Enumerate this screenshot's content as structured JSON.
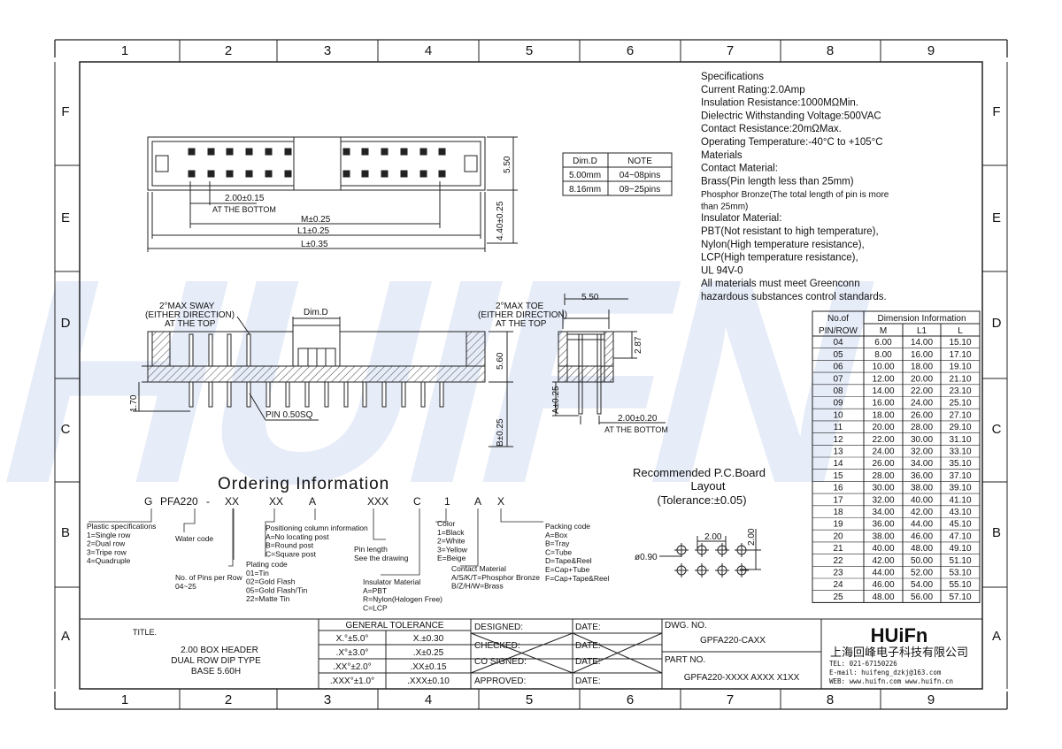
{
  "frame": {
    "top_numbers": [
      "1",
      "2",
      "3",
      "4",
      "5",
      "6",
      "7",
      "8",
      "9"
    ],
    "bottom_numbers": [
      "1",
      "2",
      "3",
      "4",
      "5",
      "6",
      "7",
      "8",
      "9"
    ],
    "left_letters": [
      "F",
      "E",
      "D",
      "C",
      "B",
      "A"
    ],
    "right_letters": [
      "F",
      "E",
      "D",
      "C",
      "B",
      "A"
    ]
  },
  "watermark": {
    "text": "HUIFN",
    "color": "#dbe3f4"
  },
  "top_view": {
    "dims": [
      "2.00±0.15",
      "AT THE BOTTOM",
      "M±0.25",
      "L1±0.25",
      "L±0.35",
      "5.50",
      "4.40±0.25"
    ]
  },
  "dim_table": {
    "headers": [
      "Dim.D",
      "NOTE"
    ],
    "rows": [
      [
        "5.00mm",
        "04~08pins"
      ],
      [
        "8.16mm",
        "09~25pins"
      ]
    ]
  },
  "specs": {
    "lines": [
      "Specifications",
      "Current Rating:2.0Amp",
      "Insulation Resistance:1000MΩMin.",
      "Dielectric Withstanding Voltage:500VAC",
      "Contact Resistance:20mΩMax.",
      "Operating Temperature:-40°C to +105°C",
      "Materials",
      "Contact Material:",
      "Brass(Pin length less than 25mm)",
      "Phosphor Bronze(The total length of pin is more",
      "than 25mm)",
      "Insulator Material:",
      "PBT(Not resistant to high temperature),",
      "Nylon(High temperature resistance),",
      "LCP(High temperature resistance),",
      "UL 94V-0",
      "All materials must meet Greenconn",
      "hazardous substances control standards."
    ]
  },
  "side_view": {
    "labels": [
      "2°MAX SWAY",
      "(EITHER DIRECTION)",
      "AT THE TOP",
      "Dim.D",
      "PIN 0.50SQ",
      "1.70",
      "5.60",
      "B±0.25"
    ]
  },
  "end_view": {
    "labels": [
      "2°MAX TOE",
      "(EITHER DIRECTION)",
      "AT THE TOP",
      "5.50",
      "2.87",
      "A±0.25",
      "2.00±0.20",
      "AT THE BOTTOM"
    ]
  },
  "pcb": {
    "title": "Recommended P.C.Board",
    "subtitle": "Layout",
    "tolerance": "(Tolerance:±0.05)",
    "pitch": "2.00",
    "hole": "ø0.90"
  },
  "ordering": {
    "title": "Ordering Information",
    "code": [
      "G",
      "PFA220",
      "-",
      "XX",
      "XX",
      "A",
      "XXX",
      "C",
      "1",
      "A",
      "X"
    ],
    "plastic": [
      "Plastic specifications",
      "1=Single row",
      "2=Dual row",
      "3=Tripe row",
      "4=Quadruple"
    ],
    "water": "Water code",
    "pins_per_row": [
      "No. of Pins per Row",
      "04~25"
    ],
    "plating": [
      "Plating code",
      "01=Tin",
      "02=Gold Flash",
      "05=Gold Flash/Tin",
      "22=Matte Tin"
    ],
    "positioning": [
      "Positioning column information",
      "A=No locating post",
      "B=Round post",
      "C=Square post"
    ],
    "pin_length": [
      "Pin length",
      "See the drawing"
    ],
    "insulator": [
      "Insulator Material",
      "A=PBT",
      "R=Nylon(Halogen Free)",
      "C=LCP"
    ],
    "color": [
      "Color",
      "1=Black",
      "2=White",
      "3=Yellow",
      "E=Beige"
    ],
    "contact": [
      "Contact Material",
      "A/S/K/T=Phosphor Bronze",
      "B/Z/H/W=Brass"
    ],
    "packing": [
      "Packing code",
      "A=Box",
      "B=Tray",
      "C=Tube",
      "D=Tape&Reel",
      "E=Cap+Tube",
      "F=Cap+Tape&Reel"
    ]
  },
  "dimension_info": {
    "header_left": "No.of",
    "header_left2": "PIN/ROW",
    "header_group": "Dimension Information",
    "columns": [
      "M",
      "L1",
      "L"
    ],
    "rows": [
      [
        "04",
        "6.00",
        "14.00",
        "15.10"
      ],
      [
        "05",
        "8.00",
        "16.00",
        "17.10"
      ],
      [
        "06",
        "10.00",
        "18.00",
        "19.10"
      ],
      [
        "07",
        "12.00",
        "20.00",
        "21.10"
      ],
      [
        "08",
        "14.00",
        "22.00",
        "23.10"
      ],
      [
        "09",
        "16.00",
        "24.00",
        "25.10"
      ],
      [
        "10",
        "18.00",
        "26.00",
        "27.10"
      ],
      [
        "11",
        "20.00",
        "28.00",
        "29.10"
      ],
      [
        "12",
        "22.00",
        "30.00",
        "31.10"
      ],
      [
        "13",
        "24.00",
        "32.00",
        "33.10"
      ],
      [
        "14",
        "26.00",
        "34.00",
        "35.10"
      ],
      [
        "15",
        "28.00",
        "36.00",
        "37.10"
      ],
      [
        "16",
        "30.00",
        "38.00",
        "39.10"
      ],
      [
        "17",
        "32.00",
        "40.00",
        "41.10"
      ],
      [
        "18",
        "34.00",
        "42.00",
        "43.10"
      ],
      [
        "19",
        "36.00",
        "44.00",
        "45.10"
      ],
      [
        "20",
        "38.00",
        "46.00",
        "47.10"
      ],
      [
        "21",
        "40.00",
        "48.00",
        "49.10"
      ],
      [
        "22",
        "42.00",
        "50.00",
        "51.10"
      ],
      [
        "23",
        "44.00",
        "52.00",
        "53.10"
      ],
      [
        "24",
        "46.00",
        "54.00",
        "55.10"
      ],
      [
        "25",
        "48.00",
        "56.00",
        "57.10"
      ]
    ]
  },
  "title_block": {
    "title_label": "TITLE.",
    "title_lines": [
      "2.00 BOX HEADER",
      "DUAL ROW DIP TYPE",
      "BASE 5.60H"
    ],
    "tolerance_header": "GENERAL TOLERANCE",
    "tolerance_rows": [
      [
        "X.°±5.0°",
        "X.±0.30"
      ],
      [
        ".X°±3.0°",
        ".X±0.25"
      ],
      [
        ".XX°±2.0°",
        ".XX±0.15"
      ],
      [
        ".XXX°±1.0°",
        ".XXX±0.10"
      ]
    ],
    "sign_rows": [
      [
        "DESIGNED:",
        "DATE:"
      ],
      [
        "CHECKED:",
        "DATE:"
      ],
      [
        "CO SIGNED:",
        "DATE:"
      ],
      [
        "APPROVED:",
        "DATE:"
      ]
    ],
    "dwg_label": "DWG. NO.",
    "dwg_value": "GPFA220-CAXX",
    "part_label": "PART NO.",
    "part_value": "GPFA220-XXXX AXXX X1XX",
    "logo": "HUiFn",
    "company": "上海回峰电子科技有限公司",
    "tel": "TEL: 021-67150226",
    "email": "E-mail: huifeng_dzkj@163.com",
    "web": "WEB: www.huifn.com  www.huifn.cn"
  }
}
